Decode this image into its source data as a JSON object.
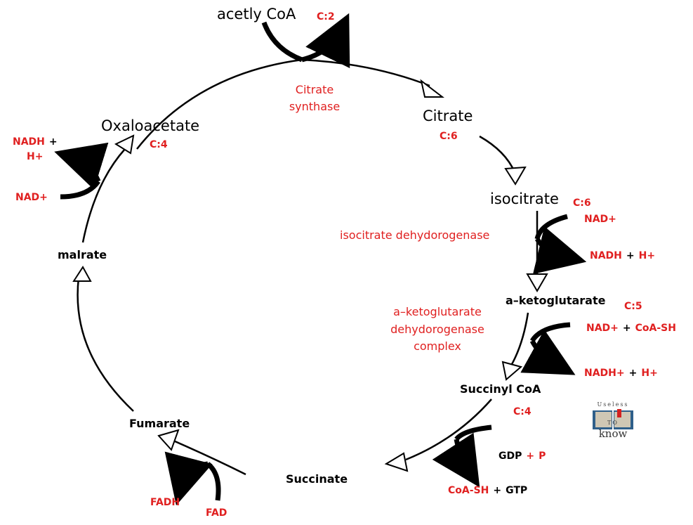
{
  "colors": {
    "accent": "#e02020",
    "text": "#000000",
    "logo_book": "#2f5f8a"
  },
  "metabolites": {
    "acetyl_coa": "acetly CoA",
    "citrate": "Citrate",
    "isocitrate": "isocitrate",
    "a_ketoglutarate": "a–ketoglutarate",
    "succinyl_coa": "Succinyl CoA",
    "succinate": "Succinate",
    "fumarate": "Fumarate",
    "malate": "malrate",
    "oxaloacetate": "Oxaloacetate"
  },
  "carbons": {
    "acetyl_coa": "C:2",
    "citrate": "C:6",
    "isocitrate": "C:6",
    "a_ketoglutarate": "C:5",
    "succinyl_coa": "C:4",
    "oxaloacetate": "C:4"
  },
  "enzymes": {
    "citrate_synthase_1": "Citrate",
    "citrate_synthase_2": "synthase",
    "isocitrate_dh": "isocitrate dehydorogenase",
    "akg_dh_1": "a–ketoglutarate",
    "akg_dh_2": "dehydorogenase",
    "akg_dh_3": "complex"
  },
  "cofactors": {
    "nad_isocitrate": "NAD+",
    "nadh_isocitrate": "NADH",
    "h_isocitrate": "H+",
    "nad_akg": "NAD+",
    "coash_akg": "CoA-SH",
    "nadh_akg": "NADH+",
    "h_akg": "H+",
    "gdp": "GDP",
    "p": "P",
    "coash_succ": "CoA-SH",
    "gtp": "GTP",
    "fadh": "FADH",
    "fad": "FAD",
    "nad_malate": "NAD+",
    "nadh_malate": "NADH",
    "h_malate": "H+",
    "plus": "+"
  },
  "logo": {
    "top": "Useless",
    "mid": "TO",
    "bottom": "know"
  }
}
